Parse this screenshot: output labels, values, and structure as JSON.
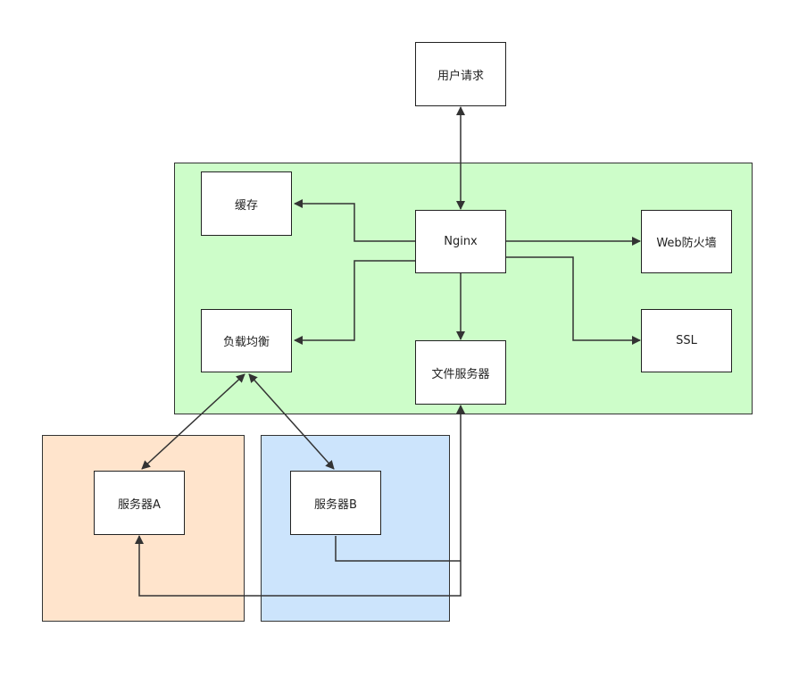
{
  "colors": {
    "nginx_region": "#cdfdc9",
    "server_a_region": "#ffe4cc",
    "server_b_region": "#cce4fc",
    "border": "#333333"
  },
  "nodes": {
    "user_request": "用户请求",
    "nginx": "Nginx",
    "cache": "缓存",
    "load_balance": "负载均衡",
    "file_server": "文件服务器",
    "web_firewall": "Web防火墙",
    "ssl": "SSL",
    "server_a": "服务器A",
    "server_b": "服务器B"
  }
}
